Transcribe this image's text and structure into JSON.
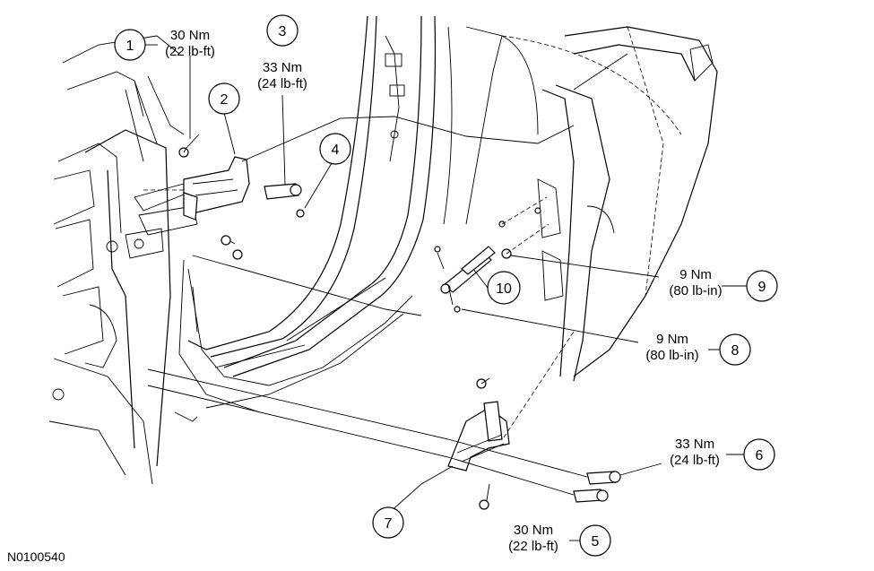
{
  "figure_id": "N0100540",
  "callouts": [
    {
      "number": "1",
      "torque_lines": [
        "30 Nm",
        "(22 lb-ft)"
      ]
    },
    {
      "number": "2",
      "torque_lines": []
    },
    {
      "number": "3",
      "torque_lines": [
        "33 Nm",
        "(24 lb-ft)"
      ]
    },
    {
      "number": "4",
      "torque_lines": []
    },
    {
      "number": "5",
      "torque_lines": [
        "30 Nm",
        "(22 lb-ft)"
      ]
    },
    {
      "number": "6",
      "torque_lines": [
        "33 Nm",
        "(24 lb-ft)"
      ]
    },
    {
      "number": "7",
      "torque_lines": []
    },
    {
      "number": "8",
      "torque_lines": [
        "9 Nm",
        "(80 lb-in)"
      ]
    },
    {
      "number": "9",
      "torque_lines": [
        "9 Nm",
        "(80 lb-in)"
      ]
    },
    {
      "number": "10",
      "torque_lines": []
    }
  ]
}
